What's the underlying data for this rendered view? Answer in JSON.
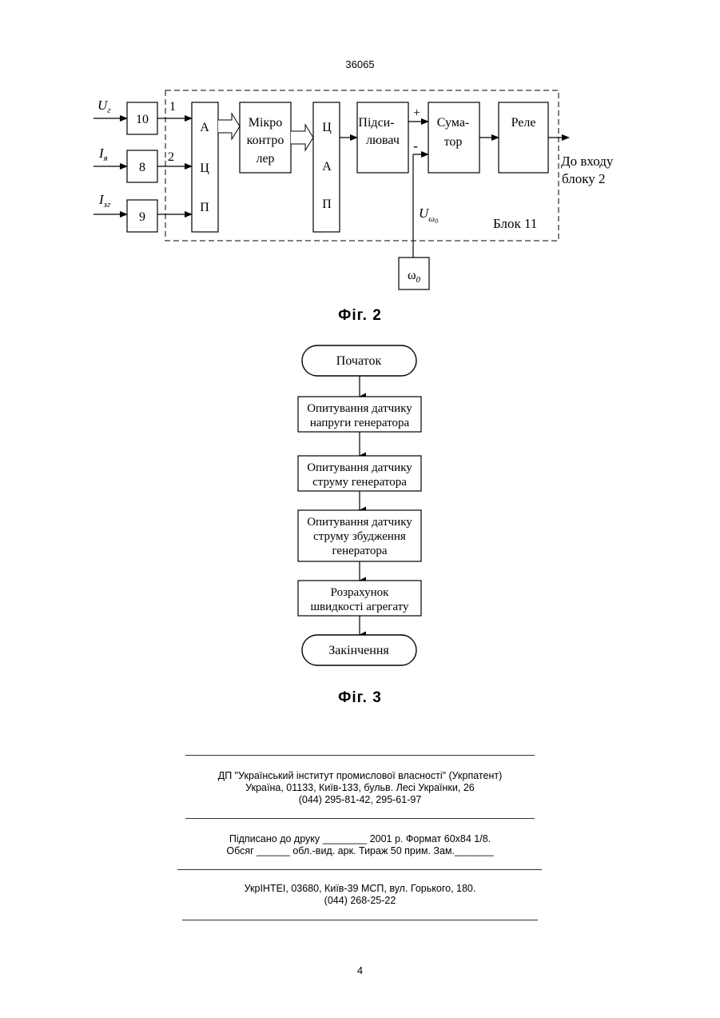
{
  "header": {
    "patent_number": "36065"
  },
  "fig2": {
    "caption": "Фіг. 2",
    "inputs": [
      {
        "label_main": "U",
        "label_sub": "г"
      },
      {
        "label_main": "I",
        "label_sub": "я"
      },
      {
        "label_main": "I",
        "label_sub": "зг"
      }
    ],
    "sensor_blocks": [
      "10",
      "8",
      "9"
    ],
    "line_numbers": [
      "1",
      "2"
    ],
    "adc_letters": [
      "А",
      "Ц",
      "П"
    ],
    "mcu_lines": [
      "Мікро",
      "контро",
      "лер"
    ],
    "dac_letters": [
      "Ц",
      "А",
      "П"
    ],
    "amplifier_lines": [
      "Підси-",
      "лювач"
    ],
    "adder_lines": [
      "Сума-",
      "тор"
    ],
    "relay_label": "Реле",
    "plus_sign": "+",
    "minus_sign": "-",
    "omega_label_main": "U",
    "omega_label_sub": "ω",
    "omega_label_subsub": "0",
    "omega_block_main": "ω",
    "omega_block_sub": "0",
    "output_lines": [
      "До входу",
      "блоку 2"
    ],
    "block_label": "Блок 11"
  },
  "fig3": {
    "caption": "Фіг. 3",
    "start": "Початок",
    "steps": [
      [
        "Опитування датчику",
        "напруги генератора"
      ],
      [
        "Опитування датчику",
        "струму генератора"
      ],
      [
        "Опитування датчику",
        "струму збудження",
        "генератора"
      ],
      [
        "Розрахунок",
        "швидкості агрегату"
      ]
    ],
    "end": "Закінчення"
  },
  "footer": {
    "publisher_lines": [
      "ДП \"Український інститут промислової власності\" (Укрпатент)",
      "Україна, 01133, Київ-133, бульв. Лесі Українки, 26",
      "(044) 295-81-42, 295-61-97"
    ],
    "print_lines": [
      "Підписано до друку ________ 2001 р.    Формат 60х84 1/8.",
      "Обсяг ______ обл.-вид. арк.   Тираж 50 прим.    Зам._______"
    ],
    "printer_lines": [
      "УкрІНТЕІ, 03680, Київ-39 МСП, вул. Горького, 180.",
      "(044) 268-25-22"
    ]
  },
  "page_number": "4"
}
